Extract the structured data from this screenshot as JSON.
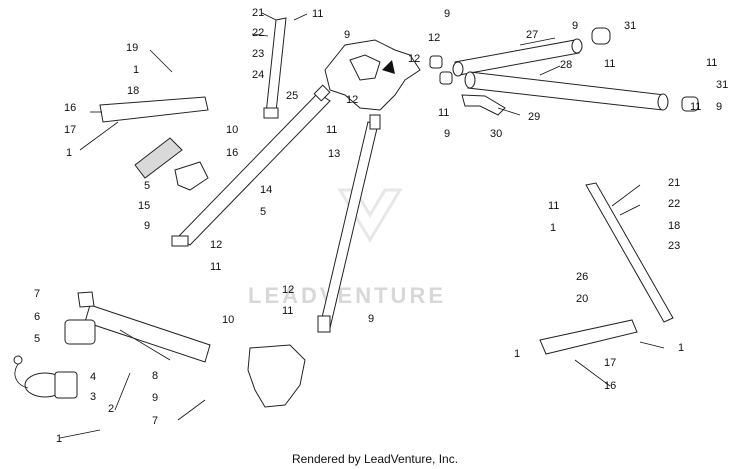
{
  "diagram": {
    "watermark": "LEADVENTURE",
    "footer": "Rendered by LeadVenture, Inc.",
    "callouts": [
      {
        "id": "c1",
        "text": "21"
      },
      {
        "id": "c2",
        "text": "11"
      },
      {
        "id": "c3",
        "text": "22"
      },
      {
        "id": "c4",
        "text": "9"
      },
      {
        "id": "c5",
        "text": "23"
      },
      {
        "id": "c6",
        "text": "24"
      },
      {
        "id": "c7",
        "text": "19"
      },
      {
        "id": "c8",
        "text": "1"
      },
      {
        "id": "c9",
        "text": "18"
      },
      {
        "id": "c10",
        "text": "16"
      },
      {
        "id": "c11",
        "text": "17"
      },
      {
        "id": "c12",
        "text": "1"
      },
      {
        "id": "c13",
        "text": "25"
      },
      {
        "id": "c14",
        "text": "10"
      },
      {
        "id": "c15",
        "text": "16"
      },
      {
        "id": "c16",
        "text": "12"
      },
      {
        "id": "c17",
        "text": "11"
      },
      {
        "id": "c18",
        "text": "13"
      },
      {
        "id": "c19",
        "text": "5"
      },
      {
        "id": "c20",
        "text": "15"
      },
      {
        "id": "c21",
        "text": "9"
      },
      {
        "id": "c22",
        "text": "14"
      },
      {
        "id": "c23",
        "text": "5"
      },
      {
        "id": "c24",
        "text": "12"
      },
      {
        "id": "c25",
        "text": "11"
      },
      {
        "id": "c26",
        "text": "9"
      },
      {
        "id": "c27",
        "text": "12"
      },
      {
        "id": "c28",
        "text": "27"
      },
      {
        "id": "c29",
        "text": "9"
      },
      {
        "id": "c30",
        "text": "31"
      },
      {
        "id": "c31",
        "text": "12"
      },
      {
        "id": "c32",
        "text": "11"
      },
      {
        "id": "c33",
        "text": "28"
      },
      {
        "id": "c34",
        "text": "11"
      },
      {
        "id": "c35",
        "text": "11"
      },
      {
        "id": "c36",
        "text": "29"
      },
      {
        "id": "c37",
        "text": "30"
      },
      {
        "id": "c38",
        "text": "9"
      },
      {
        "id": "c39",
        "text": "11"
      },
      {
        "id": "c40",
        "text": "31"
      },
      {
        "id": "c41",
        "text": "9"
      },
      {
        "id": "c42",
        "text": "11"
      },
      {
        "id": "c43",
        "text": "21"
      },
      {
        "id": "c44",
        "text": "22"
      },
      {
        "id": "c45",
        "text": "1"
      },
      {
        "id": "c46",
        "text": "18"
      },
      {
        "id": "c47",
        "text": "23"
      },
      {
        "id": "c48",
        "text": "26"
      },
      {
        "id": "c49",
        "text": "20"
      },
      {
        "id": "c50",
        "text": "1"
      },
      {
        "id": "c51",
        "text": "1"
      },
      {
        "id": "c52",
        "text": "17"
      },
      {
        "id": "c53",
        "text": "16"
      },
      {
        "id": "c54",
        "text": "7"
      },
      {
        "id": "c55",
        "text": "6"
      },
      {
        "id": "c56",
        "text": "5"
      },
      {
        "id": "c57",
        "text": "4"
      },
      {
        "id": "c58",
        "text": "3"
      },
      {
        "id": "c59",
        "text": "2"
      },
      {
        "id": "c60",
        "text": "1"
      },
      {
        "id": "c61",
        "text": "10"
      },
      {
        "id": "c62",
        "text": "8"
      },
      {
        "id": "c63",
        "text": "9"
      },
      {
        "id": "c64",
        "text": "7"
      },
      {
        "id": "c65",
        "text": "12"
      },
      {
        "id": "c66",
        "text": "11"
      },
      {
        "id": "c67",
        "text": "9"
      }
    ]
  }
}
